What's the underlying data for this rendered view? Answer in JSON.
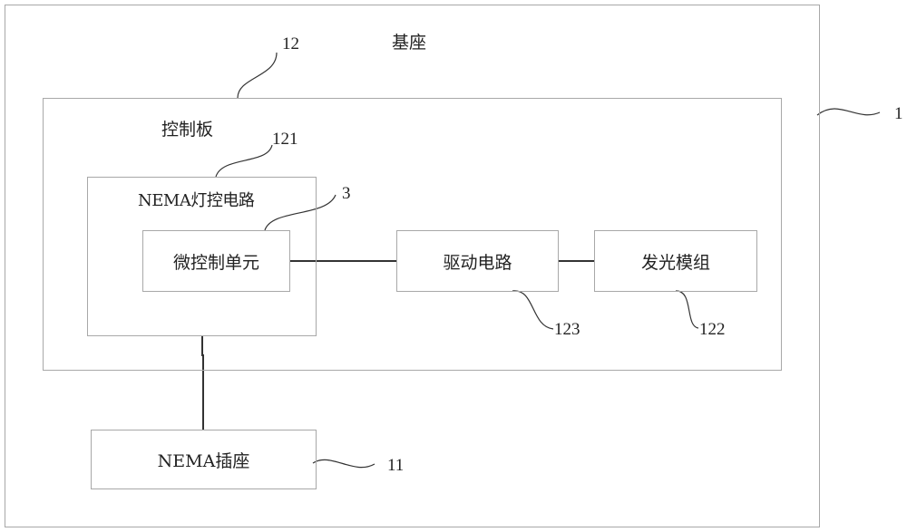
{
  "diagram": {
    "base": {
      "label": "基座",
      "ref": "1"
    },
    "control_board": {
      "label": "控制板",
      "ref": "12"
    },
    "nema_lamp_circuit": {
      "label": "NEMA灯控电路",
      "ref": "121"
    },
    "mcu": {
      "label": "微控制单元",
      "ref": "3"
    },
    "driver_circuit": {
      "label": "驱动电路",
      "ref": "123"
    },
    "light_module": {
      "label": "发光模组",
      "ref": "122"
    },
    "nema_socket": {
      "label": "NEMA插座",
      "ref": "11"
    },
    "connections": [
      [
        "mcu",
        "driver_circuit"
      ],
      [
        "driver_circuit",
        "light_module"
      ],
      [
        "nema_lamp_circuit",
        "nema_socket"
      ]
    ]
  }
}
